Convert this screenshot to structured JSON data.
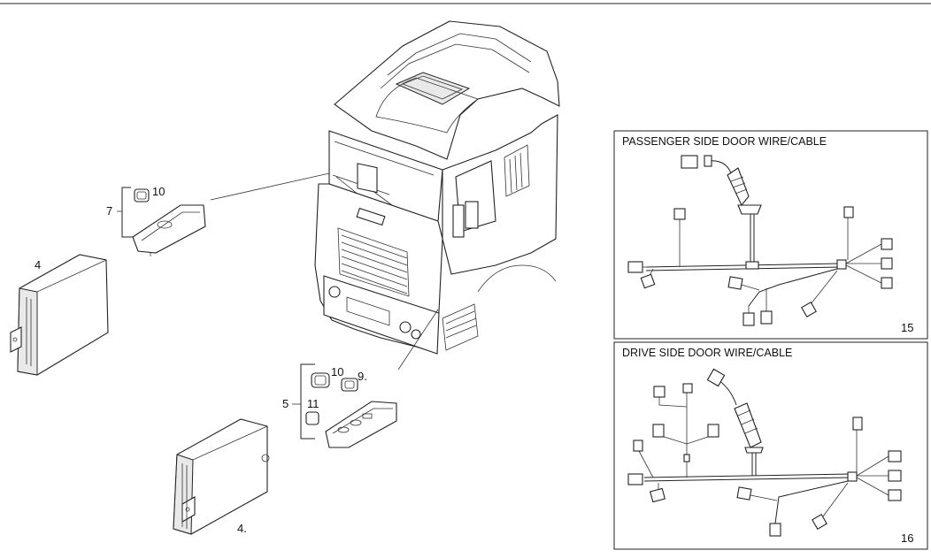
{
  "panels": {
    "passenger": {
      "title": "PASSENGER SIDE DOOR WIRE/CABLE",
      "number": "15"
    },
    "driver": {
      "title": "DRIVE  SIDE DOOR WIRE/CABLE",
      "number": "16"
    }
  },
  "callouts": {
    "c7": "7",
    "c10a": "10",
    "c4a": "4",
    "c10b": "10",
    "c9": "9.",
    "c5": "5",
    "c11": "11",
    "c4b": "4."
  }
}
